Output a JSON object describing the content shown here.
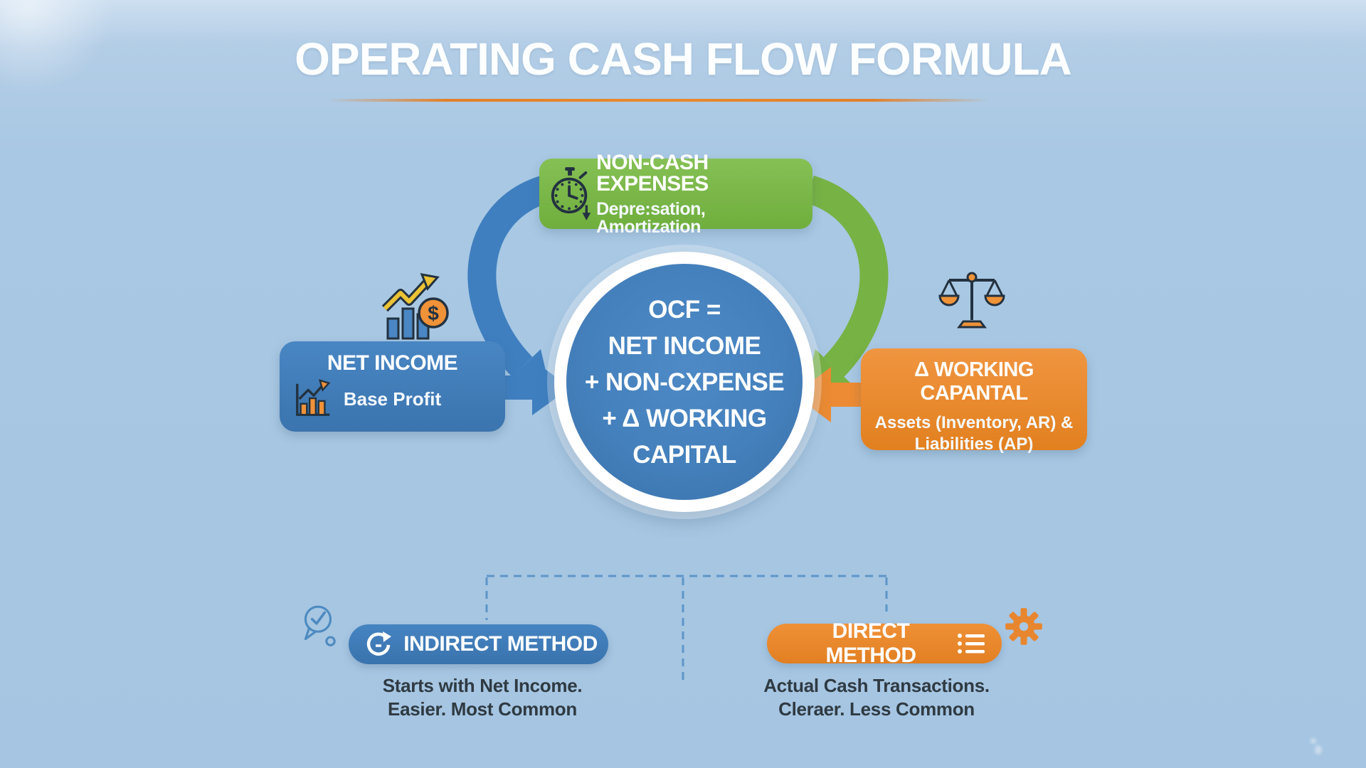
{
  "title": "OPERATING CASH FLOW FORMULA",
  "top_box": {
    "title": "NON-CASH EXPENSES",
    "subtitle": "Depre:sation, Amortization",
    "icon": "stopwatch-icon"
  },
  "left_box": {
    "title": "NET INCOME",
    "subtitle": "Base Profit",
    "icon": "bar-chart-icon",
    "decor_icon": "growth-chart-dollar-icon"
  },
  "right_box": {
    "title": "Δ WORKING CAPANTAL",
    "subtitle_line1": "Assets (Inventory, AR) &",
    "subtitle_line2": "Liabilities (AP)",
    "decor_icon": "balance-scale-icon"
  },
  "center_circle": {
    "line1": "OCF =",
    "line2": "NET INCOME",
    "line3": "+ NON-CXPENSE",
    "line4": "+ Δ WORKING",
    "line5": "CAPITAL"
  },
  "methods": {
    "indirect": {
      "label": "INDIRECT METHOD",
      "desc_line1": "Starts with Net Income.",
      "desc_line2": "Easier. Most Common",
      "icon": "refresh-icon",
      "badge_icon": "speech-bubble-check-icon"
    },
    "direct": {
      "label": "DIRECT METHOD",
      "desc_line1": "Actual Cash Transactions.",
      "desc_line2": "Cleraer. Less Common",
      "icon": "list-icon",
      "badge_icon": "gear-icon"
    }
  },
  "colors": {
    "background": "#a9c8e3",
    "blue": "#3f7fc0",
    "green": "#77b244",
    "orange": "#ec8b33",
    "underline_orange": "#e2802a",
    "dark_text": "#2f3a42",
    "icon_outline": "#233240"
  }
}
